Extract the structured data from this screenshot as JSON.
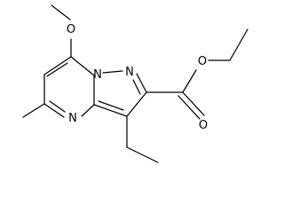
{
  "molecule": {
    "atoms": {
      "o_methoxy": "O",
      "n_bridge": "N",
      "n_pyrazole": "N",
      "n_pyrimidine": "N",
      "o_carbonyl": "O",
      "o_ester": "O"
    },
    "colors": {
      "bond": "#000000",
      "label": "#000000",
      "background": "#ffffff"
    }
  }
}
